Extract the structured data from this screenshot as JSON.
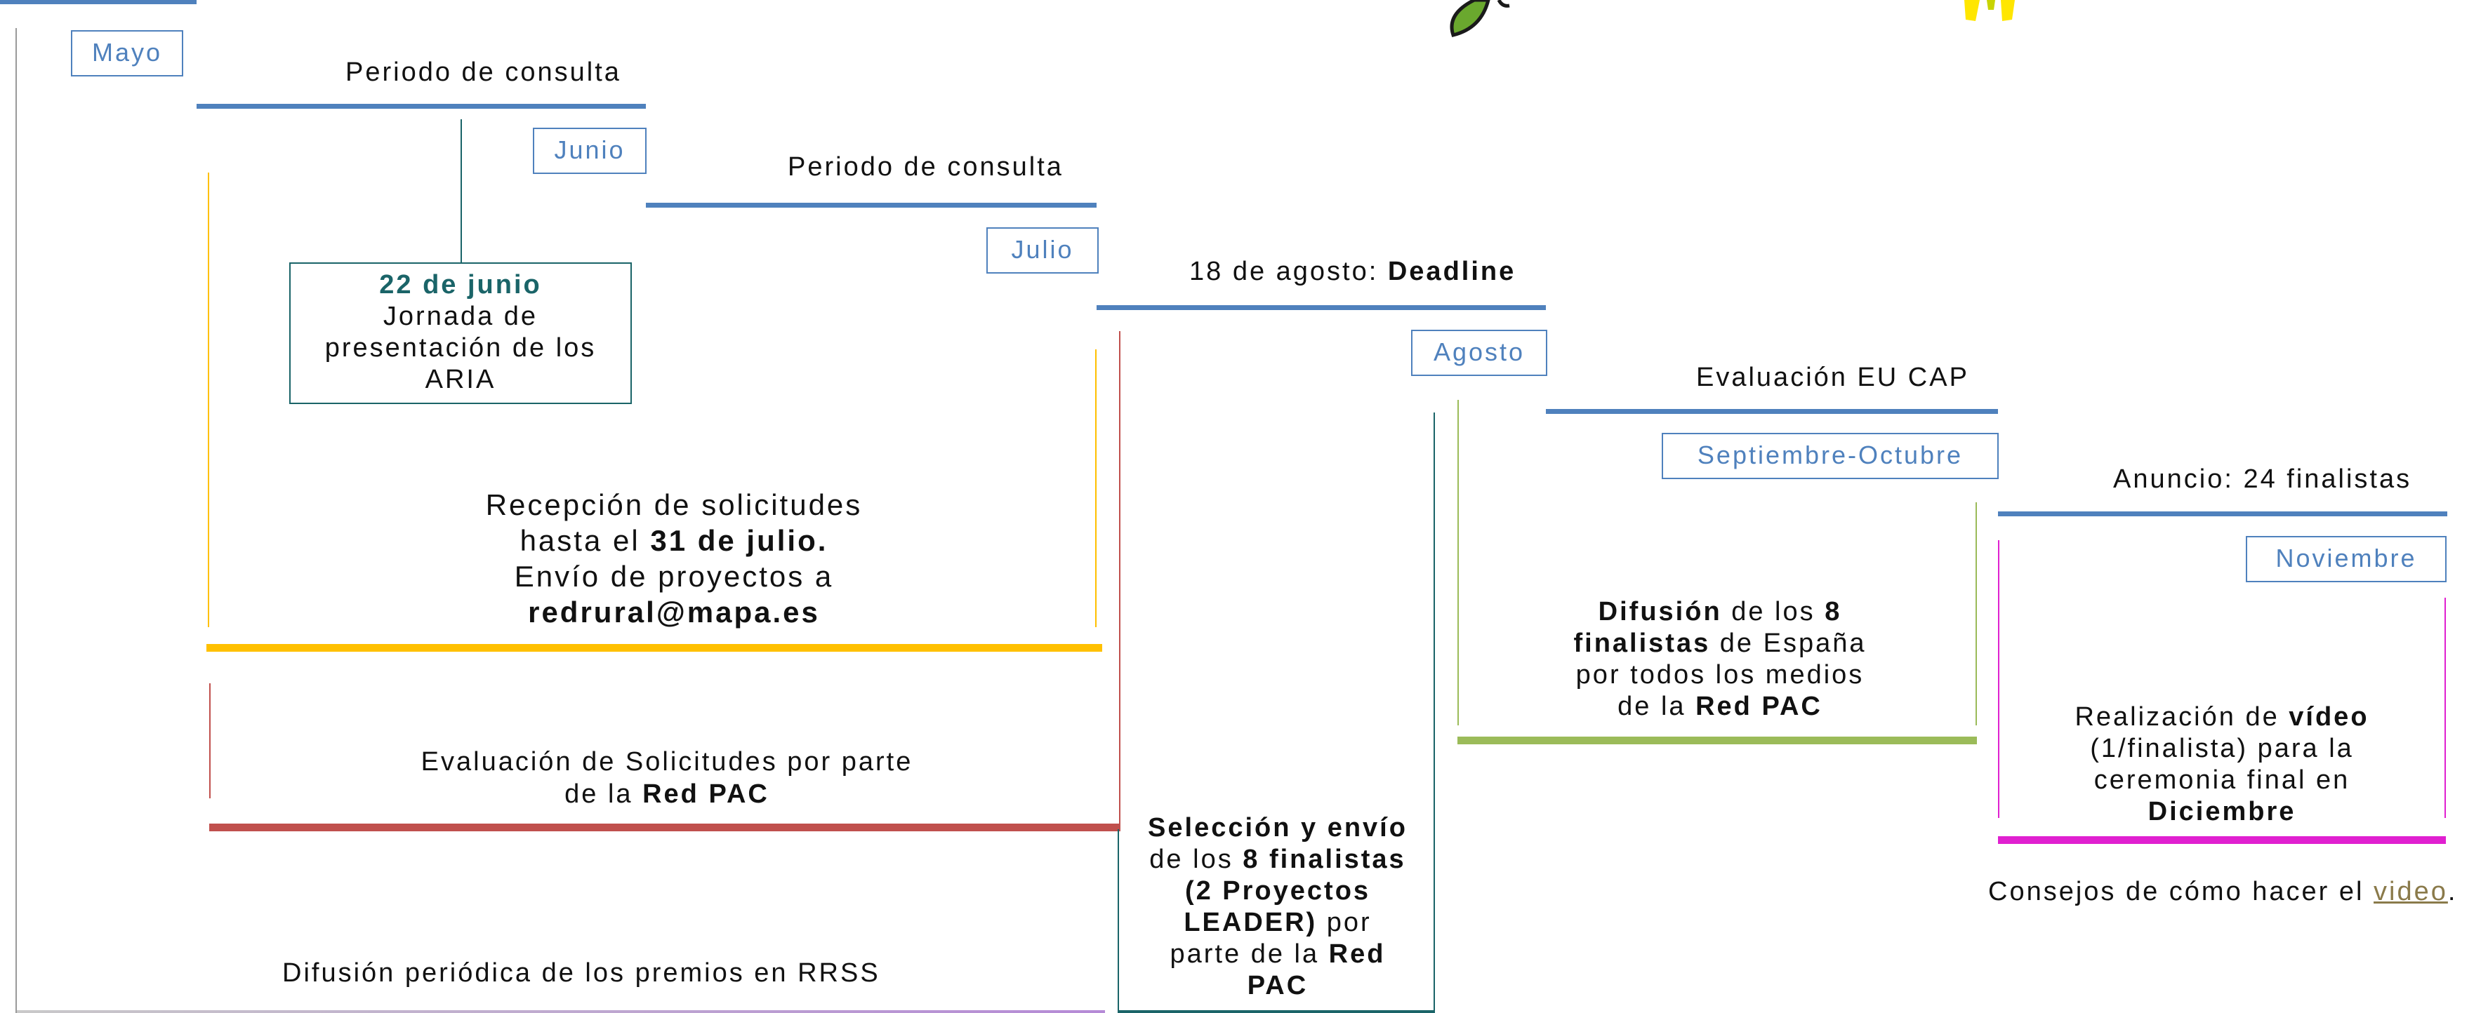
{
  "months": {
    "mayo": "Mayo",
    "junio": "Junio",
    "julio": "Julio",
    "agosto": "Agosto",
    "septiembre_octubre": "Septiembre-Octubre",
    "noviembre": "Noviembre"
  },
  "phases": {
    "consulta_1": "Periodo de consulta",
    "consulta_2": "Periodo de consulta",
    "deadline_prefix": "18 de agosto: ",
    "deadline_bold": "Deadline",
    "evaluacion_eu": "Evaluación EU CAP",
    "anuncio": "Anuncio: 24 finalistas"
  },
  "jornada": {
    "date": "22 de junio",
    "text": "Jornada de presentación de los ARIA"
  },
  "recepcion": {
    "line1": "Recepción de solicitudes",
    "line2_pre": "hasta el ",
    "line2_bold": "31 de julio.",
    "line3": "Envío de proyectos a",
    "line4_bold": "redrural@mapa.es"
  },
  "evaluacion": {
    "line1": "Evaluación de Solicitudes por parte",
    "line2_pre": "de la ",
    "line2_bold": "Red PAC"
  },
  "difusion_rrss": "Difusión periódica de los premios en RRSS",
  "seleccion": {
    "b1": "Selección y envío",
    "t2": "de los ",
    "b2": "8 finalistas",
    "b3": "(2 Proyectos",
    "b4": "LEADER)",
    "t4": " por",
    "t5": "parte de la ",
    "b5": "Red",
    "b6": "PAC"
  },
  "difusion_finalistas": {
    "b1": "Difusión",
    "t1": " de los ",
    "b1b": "8",
    "b2": "finalistas",
    "t2": " de España",
    "t3": "por todos los medios",
    "t4": "de la ",
    "b4": "Red PAC"
  },
  "video": {
    "t1": "Realización de ",
    "b1": "vídeo",
    "t2": "(1/finalista) para la",
    "t3": "ceremonia final en",
    "b4": "Diciembre"
  },
  "consejos": {
    "text": "Consejos de cómo hacer el ",
    "link": "video",
    "end": "."
  },
  "colors": {
    "timeline_blue": "#4f81bd",
    "yellow": "#ffc000",
    "red": "#c0504d",
    "green": "#9bbb59",
    "magenta": "#e020d0",
    "teal": "#1a6468"
  }
}
